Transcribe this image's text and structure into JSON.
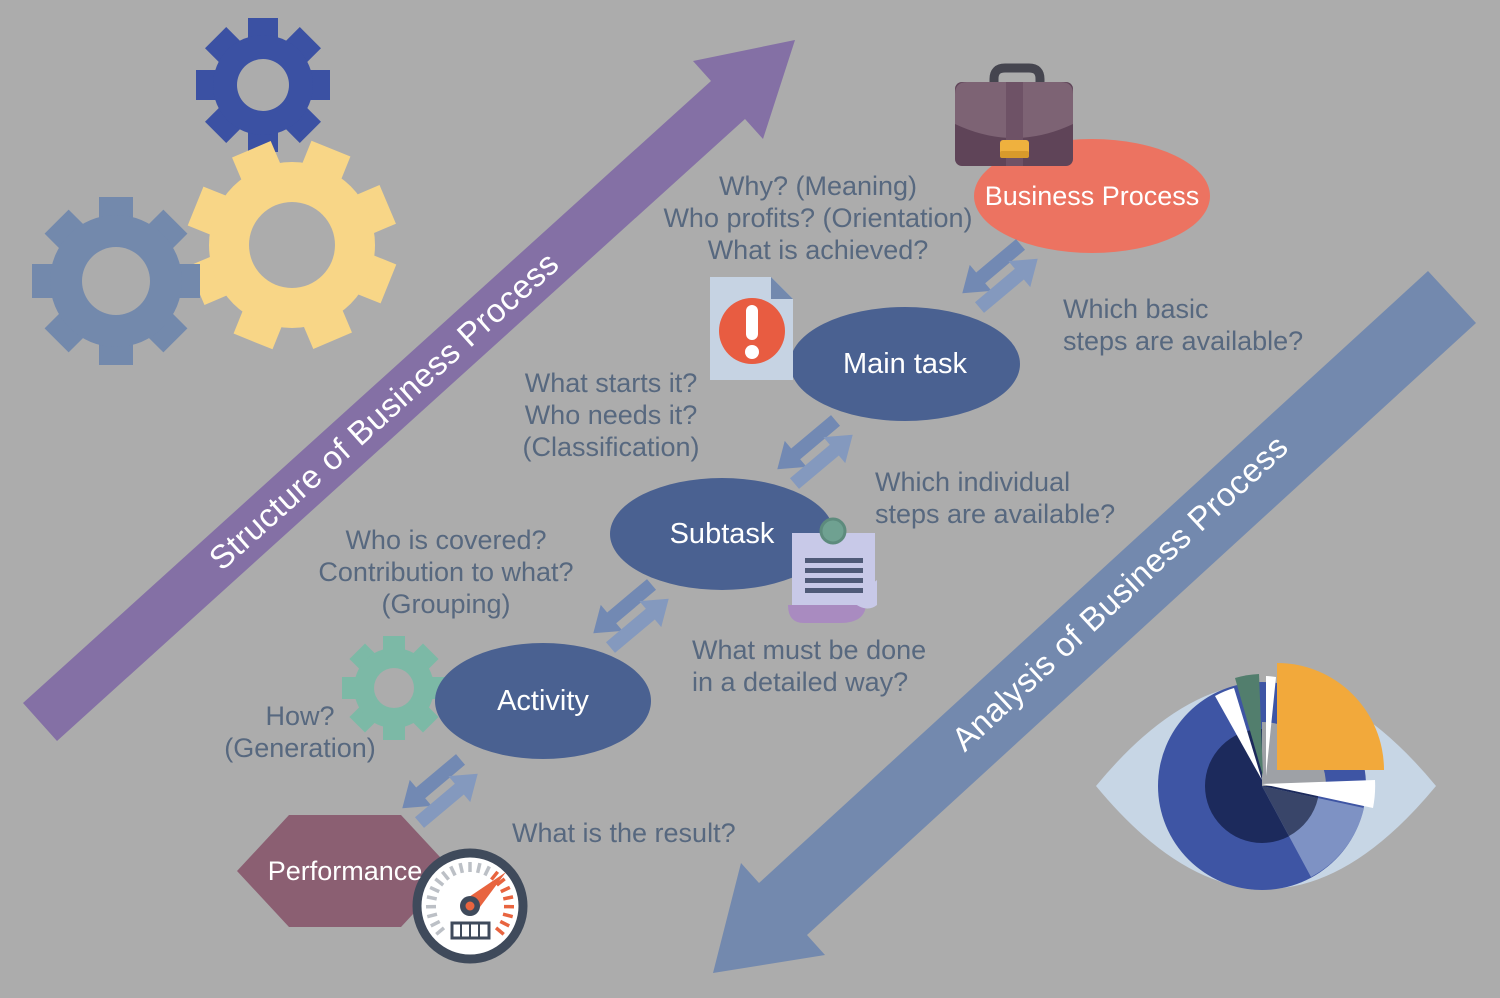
{
  "diagram": {
    "structure_arrow_label": "Structure of Business Process",
    "analysis_arrow_label": "Analysis of Business Process"
  },
  "nodes": {
    "business_process": {
      "label": "Business Process",
      "shape": "ellipse"
    },
    "main_task": {
      "label": "Main task",
      "shape": "ellipse"
    },
    "subtask": {
      "label": "Subtask",
      "shape": "ellipse"
    },
    "activity": {
      "label": "Activity",
      "shape": "ellipse"
    },
    "performance": {
      "label": "Performance",
      "shape": "hexagon"
    }
  },
  "annotations": {
    "business_process_questions": "Why? (Meaning)\nWho profits? (Orientation)\nWhat is achieved?",
    "basic_steps": "Which basic\nsteps are available?",
    "main_task_questions": "What starts it?\nWho needs it?\n(Classification)",
    "individual_steps": "Which individual\nsteps are available?",
    "subtask_questions": "Who is covered?\nContribution to what?\n(Grouping)",
    "detailed_way": "What must be done\nin a detailed way?",
    "activity_questions": "How?\n(Generation)",
    "result": "What is the result?"
  },
  "icons": {
    "gears": "three interlocking gears (blue, gray, yellow)",
    "teal_gear": "single teal gear",
    "briefcase": "briefcase",
    "warning_document": "document with exclamation mark",
    "note": "pinned note with text lines",
    "speedometer": "gauge with orange needle",
    "eye_pie_chart": "eye with pie-chart iris",
    "bidirectional_arrow": "double opposing diagonal arrows"
  },
  "colors": {
    "background": "#ACACAC",
    "structure_arrow": "#8470A5",
    "analysis_arrow": "#7389AE",
    "node_blue": "#4A6191",
    "business_process": "#EC7361",
    "performance": "#8B5F72",
    "annotation_text": "#57687F",
    "gear_blue": "#3B51A3",
    "gear_yellow": "#F8D687",
    "gear_gray": "#7389AC",
    "gear_teal": "#7CB9A6",
    "arrow_pair_dark": "#7289B3",
    "arrow_pair_light": "#8499BE",
    "alert_red": "#E85C41",
    "gold": "#EFB13E"
  }
}
